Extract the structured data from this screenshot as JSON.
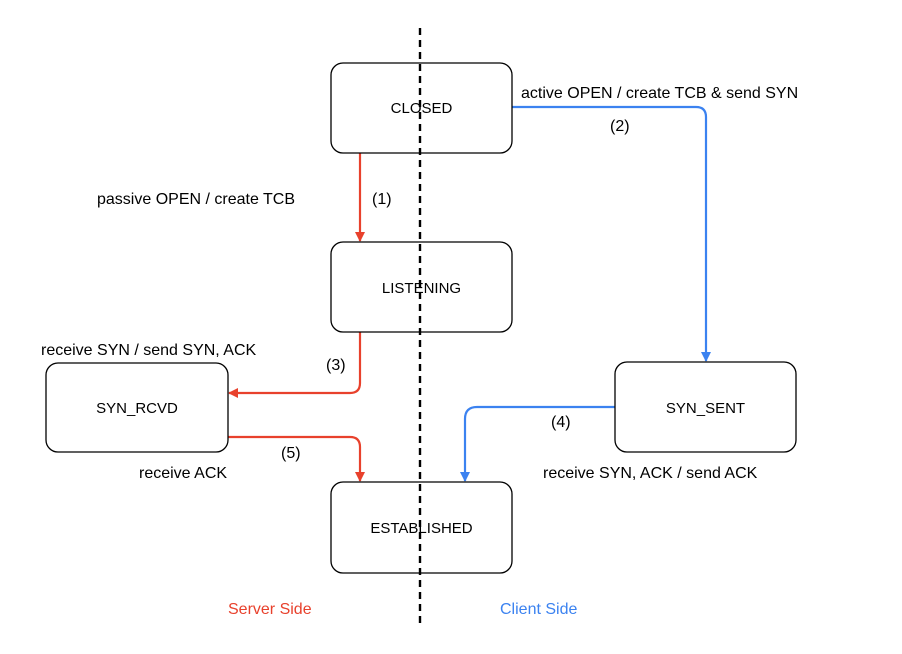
{
  "colors": {
    "server": "#e8412c",
    "client": "#3b82f0",
    "divider": "#000000"
  },
  "states": {
    "closed": "CLOSED",
    "listening": "LISTENING",
    "syn_rcvd": "SYN_RCVD",
    "syn_sent": "SYN_SENT",
    "established": "ESTABLISHED"
  },
  "transitions": {
    "t1": {
      "label": "passive OPEN / create TCB",
      "number": "(1)"
    },
    "t2": {
      "label": "active OPEN / create TCB & send SYN",
      "number": "(2)"
    },
    "t3": {
      "label": "receive SYN / send SYN, ACK",
      "number": "(3)"
    },
    "t4": {
      "label": "receive SYN, ACK / send ACK",
      "number": "(4)"
    },
    "t5": {
      "label": "receive ACK",
      "number": "(5)"
    }
  },
  "sides": {
    "server": "Server Side",
    "client": "Client Side"
  }
}
